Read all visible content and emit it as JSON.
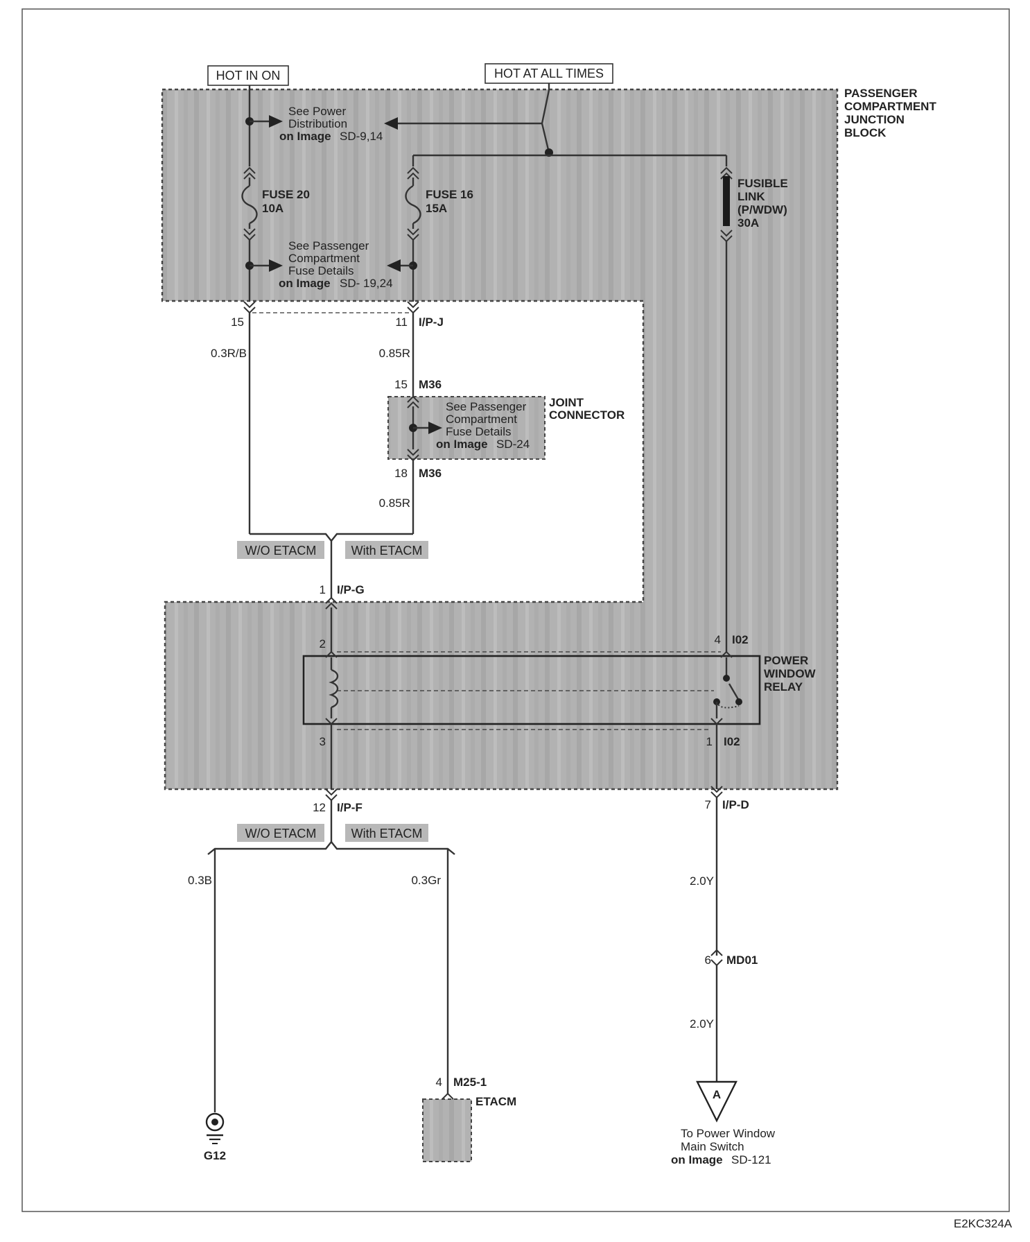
{
  "sources": {
    "hot_in_on": "HOT IN ON",
    "hot_at_all_times": "HOT AT ALL TIMES"
  },
  "junction_block": {
    "line1": "PASSENGER",
    "line2": "COMPARTMENT",
    "line3": "JUNCTION",
    "line4": "BLOCK"
  },
  "power_dist_ref": {
    "line1": "See Power",
    "line2": "Distribution",
    "line3_bold": "on Image",
    "line3_ref": "SD-9,14"
  },
  "fuse20": {
    "name": "FUSE 20",
    "rating": "10A"
  },
  "fuse16": {
    "name": "FUSE 16",
    "rating": "15A"
  },
  "fusible_link": {
    "line1": "FUSIBLE",
    "line2": "LINK",
    "line3": "(P/WDW)",
    "line4": "30A"
  },
  "fuse_details_ref": {
    "line1": "See Passenger",
    "line2": "Compartment",
    "line3": "Fuse Details",
    "line4_bold": "on Image",
    "line4_ref": "SD- 19,24"
  },
  "pins": {
    "p15": "15",
    "p11": "11",
    "ip_j": "I/P-J",
    "m36_top_pin": "15",
    "m36": "M36",
    "m36_bot_pin": "18",
    "ipg_pin": "1",
    "ip_g": "I/P-G",
    "relay_pin2": "2",
    "relay_pin4": "4",
    "i02": "I02",
    "relay_pin3": "3",
    "relay_pin1": "1",
    "ipf_pin": "12",
    "ip_f": "I/P-F",
    "ipd_pin": "7",
    "ip_d": "I/P-D",
    "md01_pin": "6",
    "md01": "MD01",
    "m25_pin": "4",
    "m25": "M25-1"
  },
  "wires": {
    "w_03rb": "0.3R/B",
    "w_085r_a": "0.85R",
    "w_085r_b": "0.85R",
    "w_03b": "0.3B",
    "w_03gr": "0.3Gr",
    "w_20y_a": "2.0Y",
    "w_20y_b": "2.0Y"
  },
  "joint_connector": {
    "title1": "JOINT",
    "title2": "CONNECTOR",
    "line1": "See Passenger",
    "line2": "Compartment",
    "line3": "Fuse Details",
    "line4_bold": "on Image",
    "line4_ref": "SD-24"
  },
  "options": {
    "wo_etacm_top": "W/O ETACM",
    "with_etacm_top": "With ETACM",
    "wo_etacm_bot": "W/O ETACM",
    "with_etacm_bot": "With ETACM"
  },
  "relay": {
    "line1": "POWER",
    "line2": "WINDOW",
    "line3": "RELAY"
  },
  "ground": {
    "label": "G12"
  },
  "etacm": {
    "label": "ETACM"
  },
  "connector_a": {
    "letter": "A",
    "line1": "To Power Window",
    "line2": "Main Switch",
    "line3_bold": "on Image",
    "line3_ref": "SD-121"
  },
  "figure_code": "E2KC324A"
}
